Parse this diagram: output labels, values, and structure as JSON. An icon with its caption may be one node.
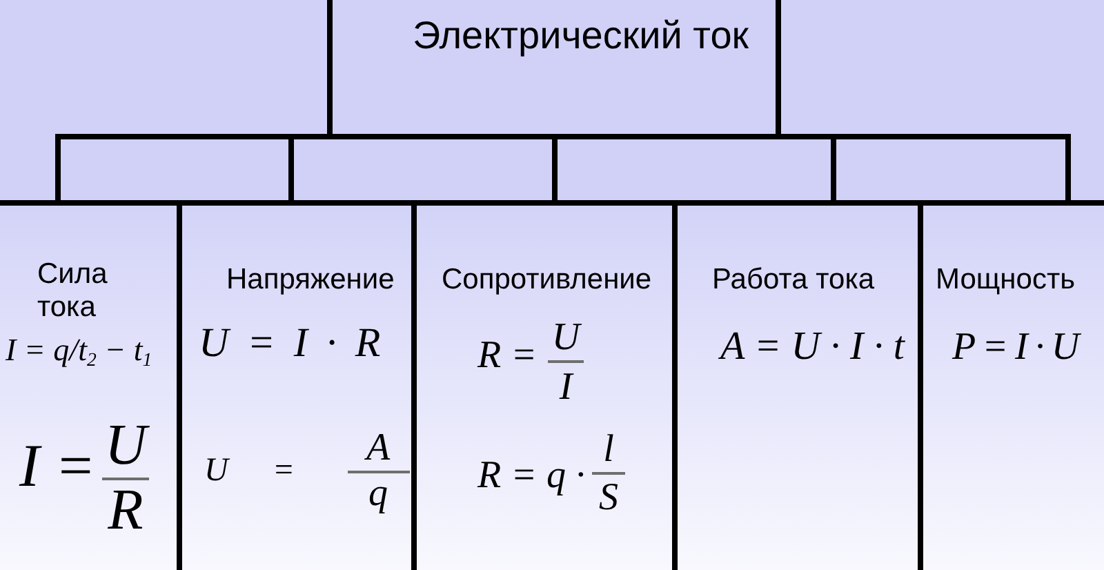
{
  "diagram": {
    "nodes": [
      {
        "text": [
          "Электрический ток"
        ]
      },
      {
        "text": [],
        "shape": "box"
      },
      {
        "text": [],
        "shape": "box"
      },
      {
        "text": [],
        "shape": "box"
      },
      {
        "text": [],
        "shape": "box"
      },
      {
        "text": [
          "Сила тока",
          "I = q/t$_{2}$ − t$_{1}$",
          "I =",
          "U",
          "R"
        ]
      },
      {
        "text": [
          "Напряжение",
          "U = I · R",
          "U =",
          "A",
          "q"
        ]
      },
      {
        "text": [
          "Сопротивление",
          "R =",
          "U",
          "I",
          "R = q ·",
          "l",
          "S"
        ]
      },
      {
        "text": [
          "Работа тока",
          "A = U · I · t"
        ]
      },
      {
        "text": [
          "Мощность",
          "P = I · U"
        ]
      }
    ]
  }
}
